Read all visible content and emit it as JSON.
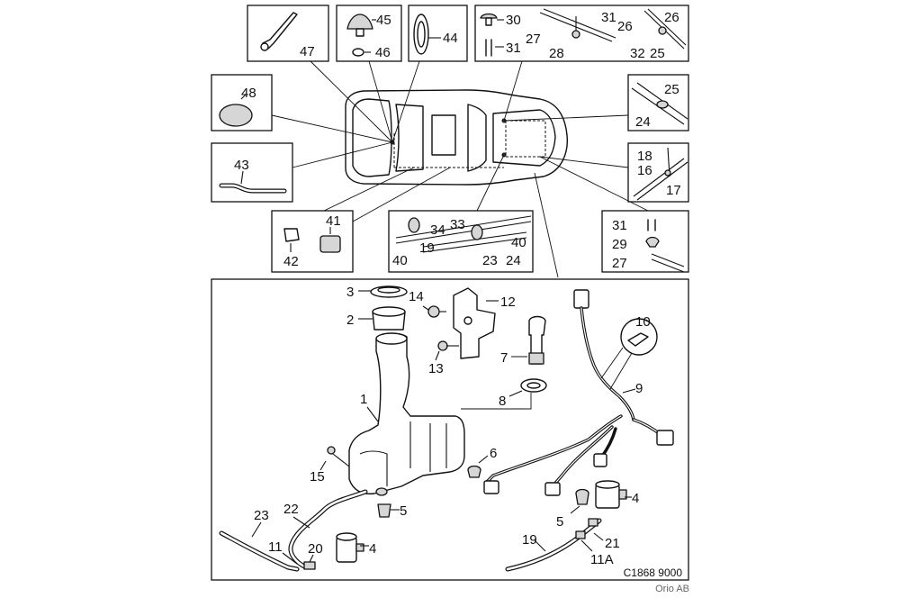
{
  "labels": {
    "p1": "1",
    "p2": "2",
    "p3": "3",
    "p4a": "4",
    "p4b": "4",
    "p5a": "5",
    "p5b": "5",
    "p6": "6",
    "p7": "7",
    "p8": "8",
    "p9": "9",
    "p10": "10",
    "p11": "11",
    "p11a": "11A",
    "p12": "12",
    "p13": "13",
    "p14": "14",
    "p15": "15",
    "p16": "16",
    "p17": "17",
    "p18": "18",
    "p19a": "19",
    "p19b": "19",
    "p20": "20",
    "p21": "21",
    "p22": "22",
    "p23a": "23",
    "p23b": "23",
    "p24a": "24",
    "p24b": "24",
    "p25a": "25",
    "p25b": "25",
    "p26a": "26",
    "p26b": "26",
    "p27a": "27",
    "p27b": "27",
    "p28": "28",
    "p29": "29",
    "p30": "30",
    "p31a": "31",
    "p31b": "31",
    "p31c": "31",
    "p32": "32",
    "p33": "33",
    "p34": "34",
    "p40a": "40",
    "p40b": "40",
    "p41": "41",
    "p42": "42",
    "p43": "43",
    "p44": "44",
    "p45": "45",
    "p46": "46",
    "p47": "47",
    "p48": "48"
  },
  "figure_code": "C1868 9000",
  "credit": "Orio AB"
}
